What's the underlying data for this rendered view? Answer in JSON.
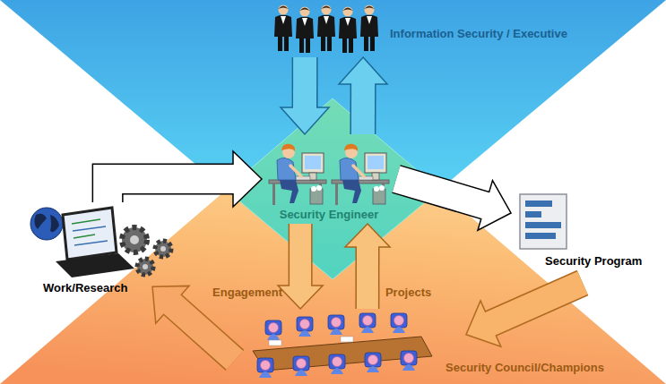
{
  "diagram": {
    "nodes": [
      {
        "text": [
          "Information Security / Executive"
        ]
      },
      {
        "text": [
          "Security Engineer"
        ]
      },
      {
        "text": [
          "Security Program"
        ]
      },
      {
        "text": [
          "Work/Research"
        ]
      },
      {
        "text": [
          "Security Council/Champions"
        ]
      }
    ],
    "edges": [
      {
        "from": 0,
        "to": 1,
        "arrow": "to"
      },
      {
        "from": 1,
        "to": 0,
        "arrow": "to"
      },
      {
        "from": 3,
        "to": 1,
        "arrow": "to"
      },
      {
        "from": 1,
        "to": 2,
        "arrow": "to"
      },
      {
        "from": 2,
        "to": 4,
        "arrow": "to"
      },
      {
        "from": 4,
        "to": 3,
        "arrow": "to"
      },
      {
        "from": 1,
        "to": 4,
        "label": "Engagement",
        "arrow": "to"
      },
      {
        "from": 4,
        "to": 1,
        "label": "Projects",
        "arrow": "to"
      }
    ]
  }
}
